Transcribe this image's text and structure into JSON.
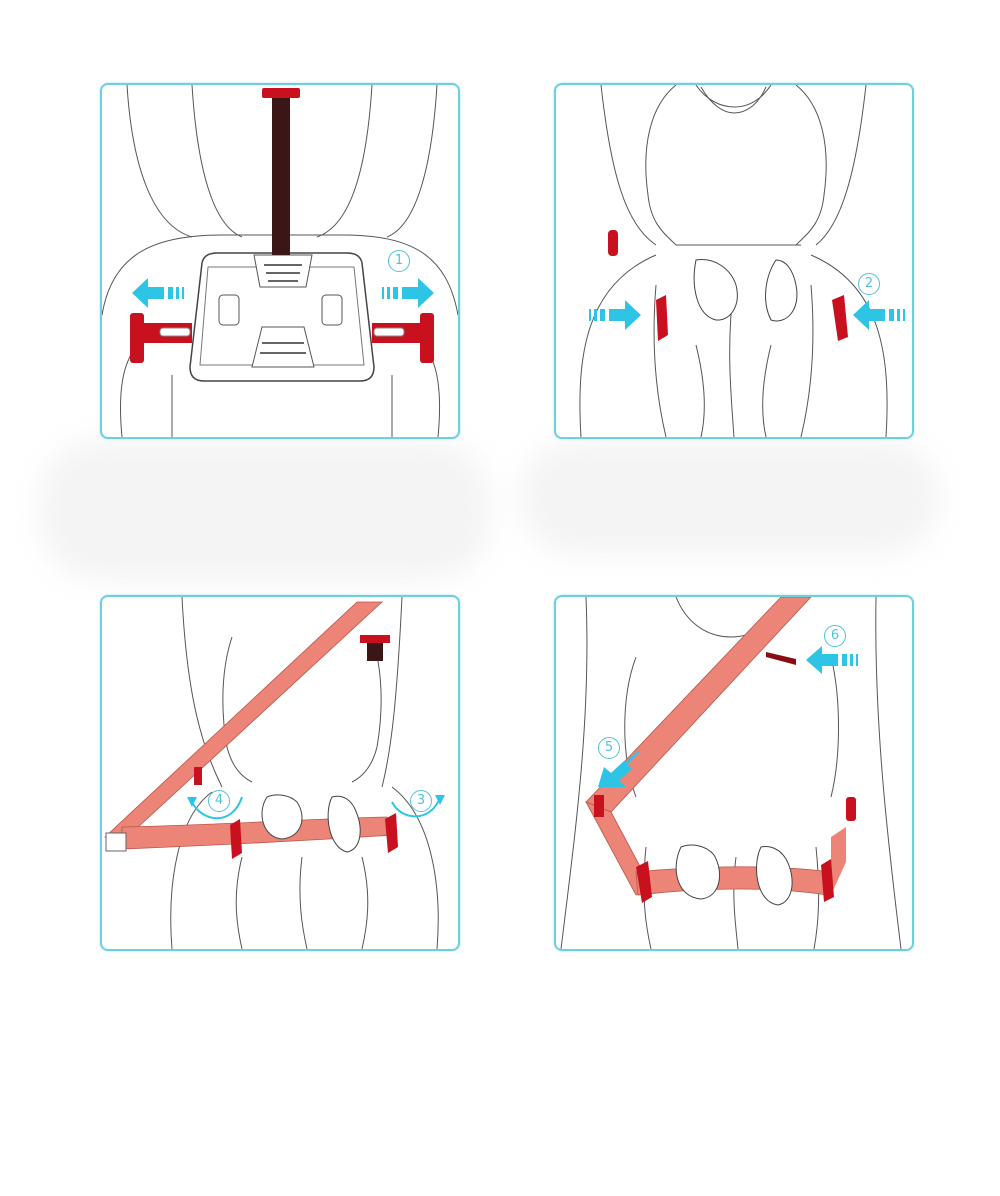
{
  "figure": {
    "title": "Car seat booster installation steps",
    "colors": {
      "frame": "#6fd0dd",
      "arrow": "#2ec4e6",
      "clip_red": "#c8101e",
      "belt_salmon": "#ec8577",
      "strap_dark": "#3a1616",
      "line_art": "#3a3a3a",
      "haze": "#f4f4f4"
    },
    "panels": [
      {
        "id": "panel-1",
        "step_labels": [
          "1"
        ],
        "description": "ISOFIX connectors extended outward from booster base",
        "arrows": [
          "left",
          "right"
        ]
      },
      {
        "id": "panel-2",
        "step_labels": [
          "2"
        ],
        "description": "Child seated; side guides pushed inward",
        "arrows": [
          "right",
          "left"
        ]
      },
      {
        "id": "panel-3",
        "step_labels": [
          "3",
          "4"
        ],
        "description": "Lap belt routed under armrest guides",
        "arrows": [
          "curved-3",
          "curved-4"
        ]
      },
      {
        "id": "panel-4",
        "step_labels": [
          "5",
          "6"
        ],
        "description": "Shoulder belt routed through guide clip",
        "arrows": [
          "down-left",
          "left"
        ]
      }
    ]
  }
}
